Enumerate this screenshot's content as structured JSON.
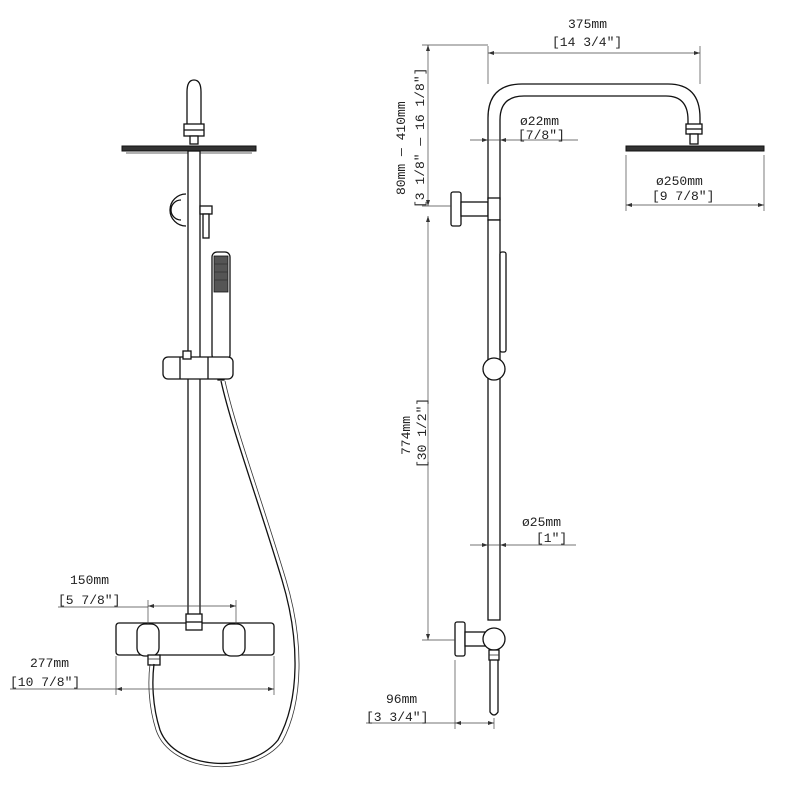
{
  "front_view": {
    "dims": {
      "bar_width": {
        "mm": "150mm",
        "in": "[5 7/8\"]"
      },
      "overall_width": {
        "mm": "277mm",
        "in": "[10 7/8\"]"
      }
    }
  },
  "side_view": {
    "dims": {
      "arm_reach": {
        "mm": "375mm",
        "in": "[14 3/4\"]"
      },
      "arm_height": {
        "mm": "80mm — 410mm",
        "in": "[3 1/8\" — 16 1/8\"]"
      },
      "arm_diameter": {
        "mm": "ø22mm",
        "in": "[7/8\"]"
      },
      "head_diameter": {
        "mm": "ø250mm",
        "in": "[9 7/8\"]"
      },
      "riser_length": {
        "mm": "774mm",
        "in": "[30 1/2\"]"
      },
      "riser_diameter": {
        "mm": "ø25mm",
        "in": "[1\"]"
      },
      "wall_projection": {
        "mm": "96mm",
        "in": "[3 3/4\"]"
      }
    }
  }
}
